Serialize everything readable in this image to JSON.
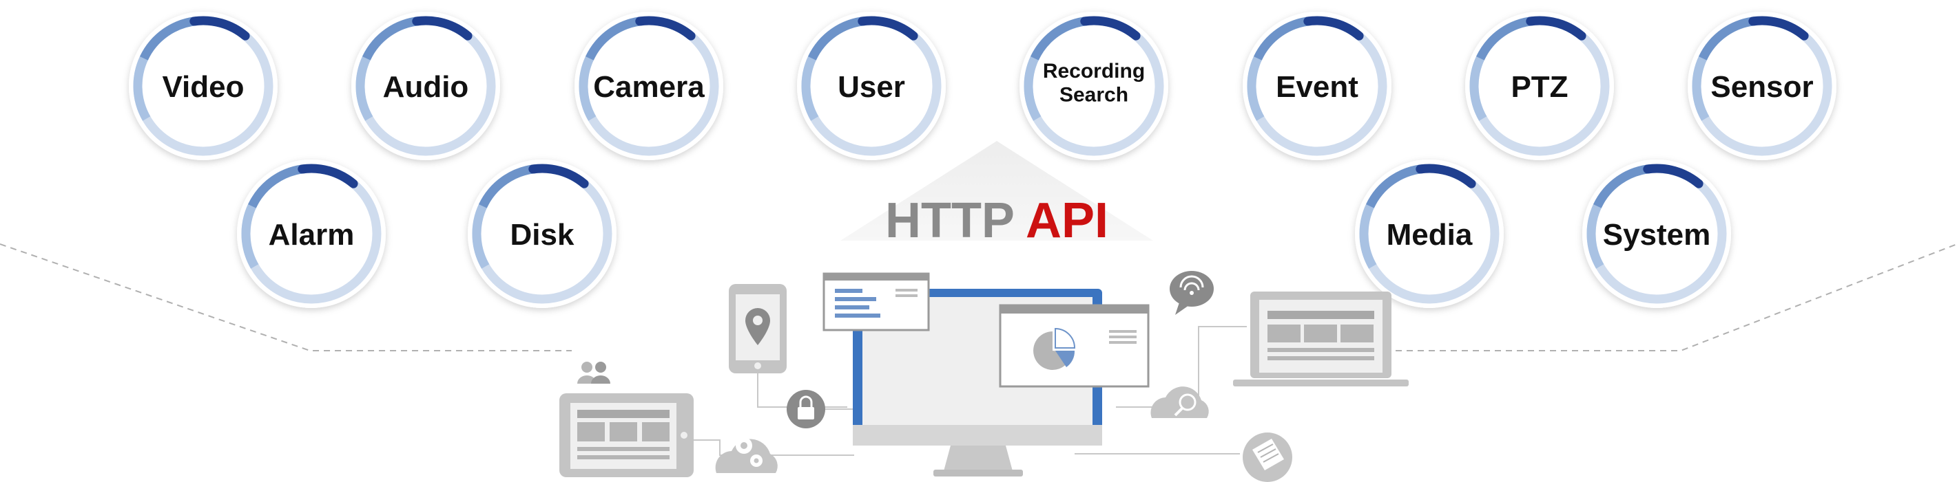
{
  "title": {
    "part1": "HTTP",
    "part2": "API",
    "color_part1": "#8a8a8a",
    "color_part2": "#cc1111"
  },
  "colors": {
    "ring_dark": "#1f3f8f",
    "ring_mid": "#6d93c9",
    "ring_light": "#a9c2e3",
    "ring_pale": "#cfdcee",
    "device_gray": "#b5b5b5",
    "device_dark": "#8a8a8a",
    "monitor_frame": "#3b74c0",
    "dashed_line": "#b0b0b0"
  },
  "badges": [
    {
      "id": "video",
      "lines": [
        "Video"
      ]
    },
    {
      "id": "audio",
      "lines": [
        "Audio"
      ]
    },
    {
      "id": "camera",
      "lines": [
        "Camera"
      ]
    },
    {
      "id": "user",
      "lines": [
        "User"
      ]
    },
    {
      "id": "recording-search",
      "lines": [
        "Recording",
        "Search"
      ]
    },
    {
      "id": "event",
      "lines": [
        "Event"
      ]
    },
    {
      "id": "ptz",
      "lines": [
        "PTZ"
      ]
    },
    {
      "id": "sensor",
      "lines": [
        "Sensor"
      ]
    },
    {
      "id": "alarm",
      "lines": [
        "Alarm"
      ]
    },
    {
      "id": "disk",
      "lines": [
        "Disk"
      ]
    },
    {
      "id": "media",
      "lines": [
        "Media"
      ]
    },
    {
      "id": "system",
      "lines": [
        "System"
      ]
    }
  ],
  "icons": [
    "smartphone-location-icon",
    "browser-window-icon",
    "monitor-icon",
    "pie-chart-window-icon",
    "wifi-chat-bubble-icon",
    "laptop-icon",
    "users-icon",
    "tablet-icon",
    "lock-icon",
    "gear-cloud-icon",
    "search-cloud-icon",
    "document-icon"
  ]
}
